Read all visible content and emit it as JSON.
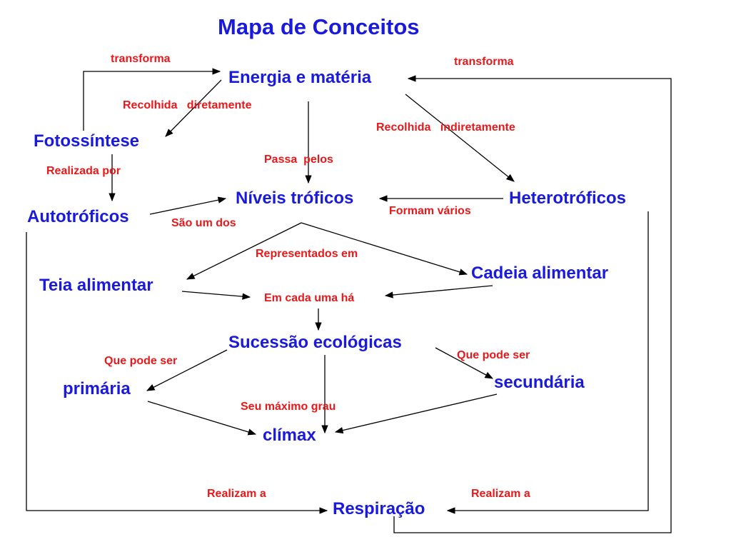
{
  "title": "Mapa de Conceitos",
  "nodes": {
    "energia": "Energia e matéria",
    "fotossintese": "Fotossíntese",
    "autotroficos": "Autotróficos",
    "niveis": "Níveis tróficos",
    "heterotroficos": "Heterotróficos",
    "teia": "Teia alimentar",
    "cadeia": "Cadeia alimentar",
    "sucessao": "Sucessão ecológicas",
    "primaria": "primária",
    "secundaria": "secundária",
    "climax": "clímax",
    "respiracao": "Respiração"
  },
  "links": {
    "transforma_left": "transforma",
    "transforma_right": "transforma",
    "recolhida_dir": "Recolhida   diretamente",
    "recolhida_indir": "Recolhida   indiretamente",
    "passa_pelos": "Passa  pelos",
    "realizada_por": "Realizada por",
    "sao_um_dos": "São um dos",
    "formam_varios": "Formam vários",
    "representados_em": "Representados em",
    "em_cada_uma": "Em cada uma há",
    "que_pode_ser_left": "Que pode ser",
    "que_pode_ser_right": "Que pode ser",
    "seu_maximo": "Seu máximo grau",
    "realizam_left": "Realizam a",
    "realizam_right": "Realizam a"
  },
  "colors": {
    "concept": "#1a1adc",
    "link": "#e8191b",
    "arrow": "#000000"
  }
}
